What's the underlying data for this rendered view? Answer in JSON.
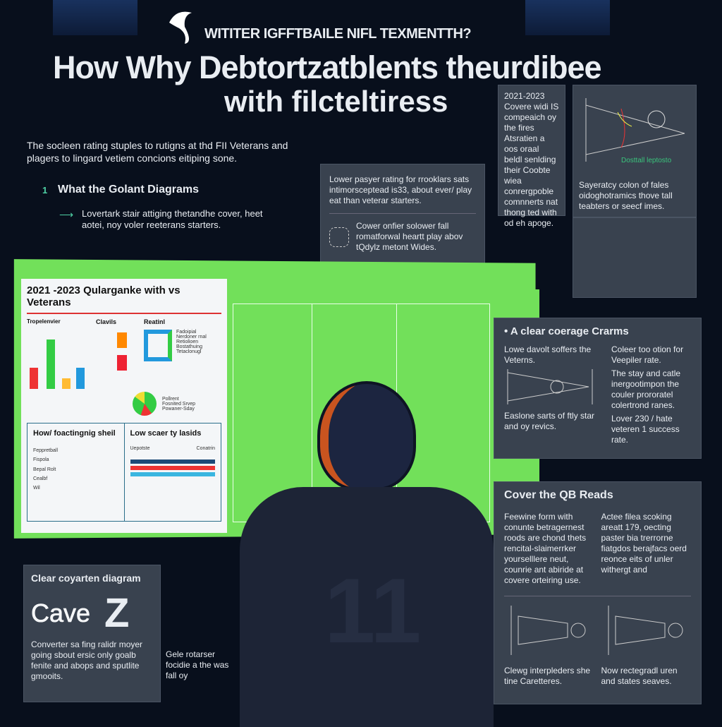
{
  "header": {
    "subtitle": "WITITER IGFFTBAILE NIFL TEXMENTTH?",
    "title_line1": "How Why Debtortzatblents theurdibee",
    "title_line2": "with filcteltiress"
  },
  "intro": {
    "text": "The socleen rating stuples to rutigns at thd FII Veterans and plagers to lingard vetiem concions eitiping sone.",
    "section_number": "1",
    "section_title": "What the Golant Diagrams",
    "bullet": "Lovertark stair attiging thetandhe cover, heet aotei, noy voler reeterans starters."
  },
  "center_box": {
    "text1": "Lower pasyer rating for rrooklars sats intimorsceptead is33, about ever/ play eat than veterar starters.",
    "text2": "Cower onfier solower fall romatforwal heartt play abov tQdylz metont Wides."
  },
  "top_right": {
    "narrow_text": "2021-2023 Covere widi IS compeaich oy the fires Atsratien a oos oraal beldl senlding their Coobte wiea conrergpoble comnnerts nat thong ted with od eh apoge.",
    "diagram_label": "Dosttall leptosto",
    "caption": "Sayeratcy colon of fales oidoghotramics thove tall teabters or seecf imes."
  },
  "screen": {
    "title": "2021 -2023 Qularganke with vs Veterans",
    "panel1": "Tropelenvier",
    "panel2": "Clavils",
    "panel3": "Reatinl",
    "legend": [
      "Fadoipial",
      "Nerdoner rnal",
      "Retiolioen",
      "Bostathuing",
      "Tetaclonugl"
    ],
    "pie_legend": [
      "Pollrent",
      "Fosnited Srvep",
      "Powaner-Sday"
    ],
    "bottom_left_title": "How/ foactingnig sheil",
    "bottom_left_items": [
      "Feppretball",
      "Fispola",
      "Bepal Rolt",
      "Cealbf",
      "Wil"
    ],
    "bottom_right_title": "Low scaer ty lasids",
    "bottom_right_cols": [
      "Uepotste",
      "Conatrin"
    ]
  },
  "coverage": {
    "title": "A clear coerage Crarms",
    "b1": "Lowe davolt soffers the Veterns.",
    "b2": "Easlone sarts of ftly star and oy revics.",
    "r1": "Coleer too otion for Veepiler rate.",
    "r2": "The stay and catle inergootimpon the couler prororatel colertrond ranes.",
    "r3": "Lover 230 / hate veteren 1 success rate."
  },
  "qb": {
    "title": "Cover the QB Reads",
    "left": "Feewine form with conunte betragernest roods are chond thets rencital-slaimerrker yourselllere neut, counrie ant abiride at covere orteiring use.",
    "right": "Actee filea scoking areatt 179, oecting paster bia trerrorne fiatgdos berajfacs oerd reonce eits of unler withergt and",
    "cap1": "Clewg interpleders she tine Caretteres.",
    "cap2": "Now rectegradl uren and states seaves."
  },
  "bottom_left": {
    "title": "Clear coyarten diagram",
    "big_outline": "Cave",
    "big_letter": "Z",
    "text": "Converter sa fing ralidr moyer going sbout ersic only goalb fenite and abops and sputlite gmooits.",
    "side": "Gele rotarser focidie a the was fall oy"
  },
  "jersey": {
    "number": "11"
  },
  "colors": {
    "accent_green": "#72e05a",
    "panel": "#39424f",
    "bg": "#080f1c"
  }
}
